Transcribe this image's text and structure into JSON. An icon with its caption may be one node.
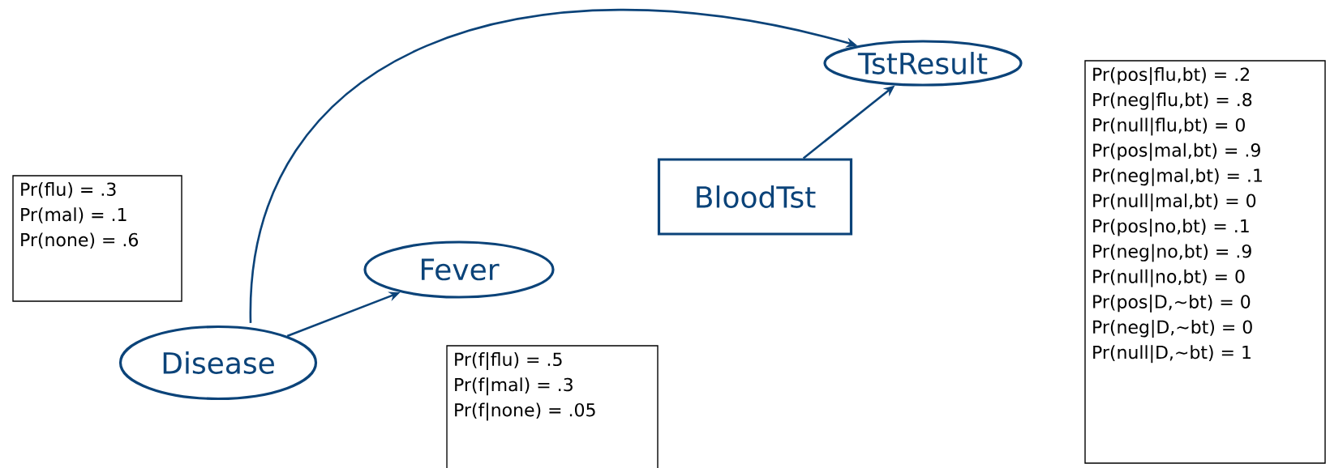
{
  "diagram": {
    "nodes": [
      {
        "text": [
          "TstResult"
        ]
      },
      {
        "text": [
          "BloodTst"
        ]
      },
      {
        "text": [
          "Fever"
        ]
      },
      {
        "text": [
          "Disease"
        ]
      },
      {
        "text": [
          "Pr(flu) = .3",
          "Pr(mal) = .1",
          "Pr(none) = .6"
        ]
      },
      {
        "text": [
          "Pr(f|flu) = .5",
          "Pr(f|mal) = .3",
          "Pr(f|none) = .05"
        ]
      },
      {
        "text": [
          "Pr(pos|flu,bt) = .2",
          "Pr(neg|flu,bt) = .8",
          "Pr(null|flu,bt) = 0",
          "Pr(pos|mal,bt) = .9",
          "Pr(neg|mal,bt) = .1",
          "Pr(null|mal,bt) = 0",
          "Pr(pos|no,bt) = .1",
          "Pr(neg|no,bt) = .9",
          "Pr(null|no,bt) = 0",
          "Pr(pos|D,~bt) = 0",
          "Pr(neg|D,~bt) = 0",
          "Pr(null|D,~bt) = 1"
        ]
      }
    ],
    "edges": [
      {
        "from": 3,
        "to": 0,
        "arrow": "to"
      },
      {
        "from": 3,
        "to": 2,
        "arrow": "to"
      },
      {
        "from": 1,
        "to": 0,
        "arrow": "to"
      }
    ]
  }
}
